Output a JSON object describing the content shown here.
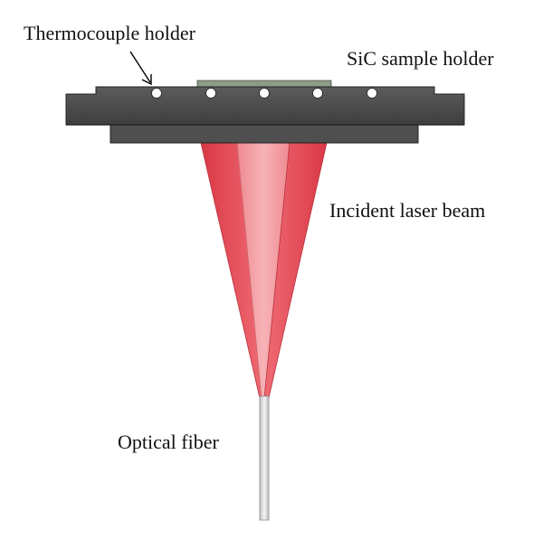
{
  "labels": {
    "thermocouple_holder": "Thermocouple holder",
    "sic_sample_holder": "SiC sample holder",
    "incident_laser_beam": "Incident laser beam",
    "optical_fiber": "Optical fiber"
  },
  "colors": {
    "holder_dark": "#4a4a4a",
    "holder_mid": "#5a5a5a",
    "sample": "#8a9a80",
    "beam_dark": "#e24b55",
    "beam_light": "#f39aa0",
    "fiber": "#d8d8d8"
  }
}
